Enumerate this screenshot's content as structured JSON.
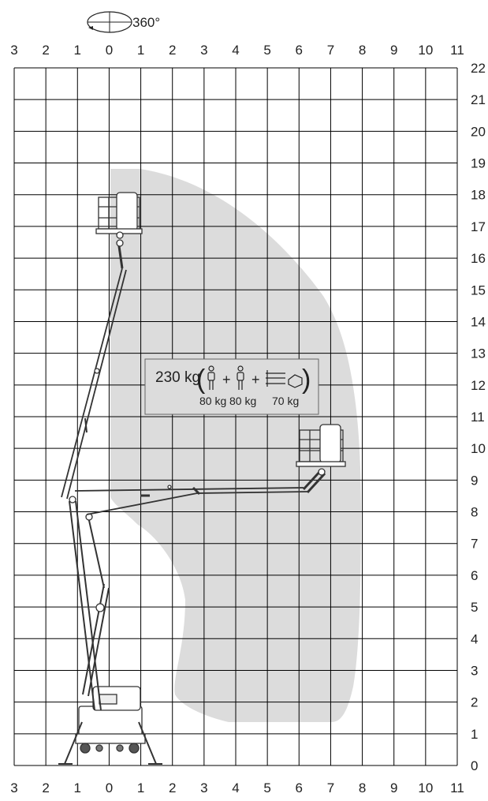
{
  "rotation": {
    "label": "360°",
    "icon": "rotation-arrow-icon"
  },
  "axes": {
    "x_ticks_top": [
      "3",
      "2",
      "1",
      "0",
      "1",
      "2",
      "3",
      "4",
      "5",
      "6",
      "7",
      "8",
      "9",
      "10",
      "11"
    ],
    "x_ticks_bottom": [
      "3",
      "2",
      "1",
      "0",
      "1",
      "2",
      "3",
      "4",
      "5",
      "6",
      "7",
      "8",
      "9",
      "10",
      "11"
    ],
    "y_ticks": [
      "0",
      "1",
      "2",
      "3",
      "4",
      "5",
      "6",
      "7",
      "8",
      "9",
      "10",
      "11",
      "12",
      "13",
      "14",
      "15",
      "16",
      "17",
      "18",
      "19",
      "20",
      "21",
      "22"
    ],
    "x_range": [
      -3,
      11
    ],
    "y_range": [
      0,
      22
    ],
    "grid": true
  },
  "working_envelope": {
    "fill": "#dcdcdc"
  },
  "capacity": {
    "total": "230 kg",
    "person1": "80 kg",
    "person2": "80 kg",
    "tools": "70 kg",
    "icons": [
      "person-icon",
      "plus-icon",
      "person-icon",
      "plus-icon",
      "tools-icon"
    ]
  },
  "colors": {
    "grid": "#000000",
    "envelope": "#dcdcdc",
    "machine": "#333333"
  }
}
